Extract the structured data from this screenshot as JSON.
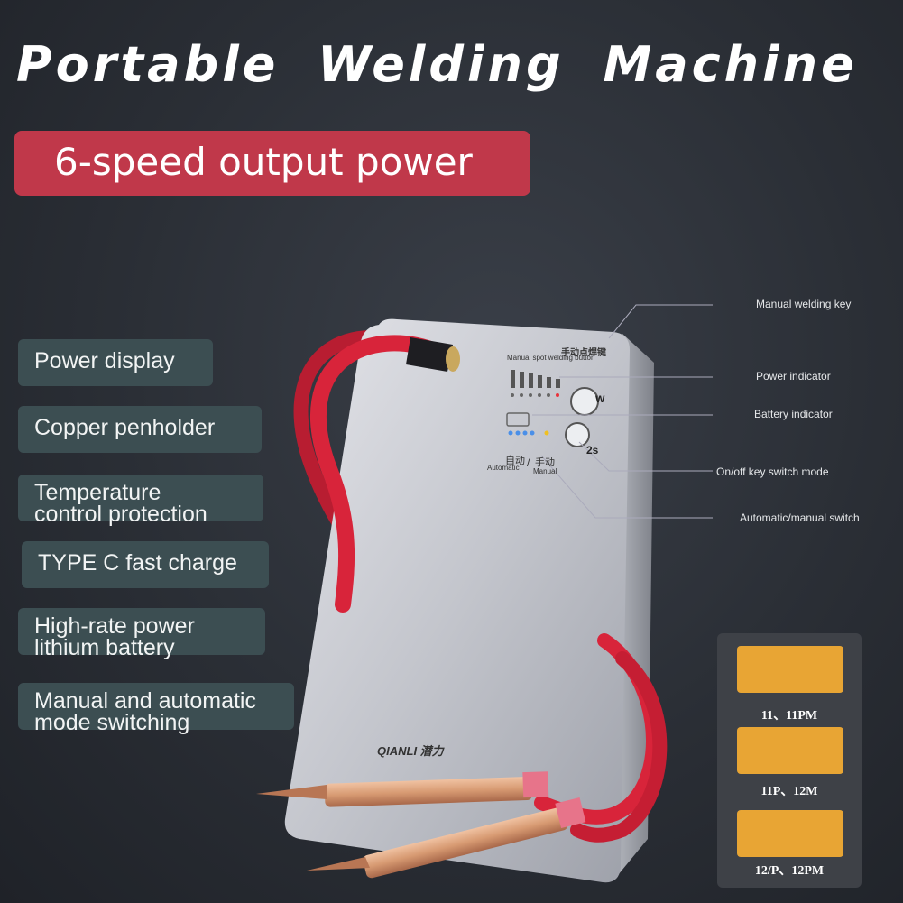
{
  "title": "Portable Welding Machine",
  "subtitle": "6-speed output power",
  "features": [
    {
      "line1": "Power display",
      "line2": ""
    },
    {
      "line1": "Copper penholder",
      "line2": ""
    },
    {
      "line1": "Temperature",
      "line2": "control protection"
    },
    {
      "line1": "TYPE C fast charge",
      "line2": ""
    },
    {
      "line1": "High-rate power",
      "line2": "lithium battery"
    },
    {
      "line1": "Manual and automatic",
      "line2": "mode switching"
    }
  ],
  "callouts": {
    "manual_key": "Manual welding key",
    "power_indicator": "Power indicator",
    "battery_indicator": "Battery indicator",
    "onoff": "On/off key switch mode",
    "auto_manual": "Automatic/manual switch"
  },
  "device": {
    "top_label_cn": "手动点焊键",
    "top_label_en": "Manual spot welding button",
    "w_button": "W",
    "power_button_sub": "2s",
    "auto_cn": "自动",
    "auto_en": "Automatic",
    "manual_cn": "手动",
    "manual_en": "Manual",
    "brand": "QIANLI 潜力",
    "slash": "/"
  },
  "thumbnails": [
    {
      "label": "11、11PM"
    },
    {
      "label": "11P、12M"
    },
    {
      "label": "12/P、12PM"
    }
  ],
  "colors": {
    "badge": "#c0384a",
    "feature_bg": "#3c4e52",
    "cable_red": "#d8243a",
    "copper": "#d79a72",
    "device_silver": "#c5c7cd",
    "thumb_orange": "#e8a534"
  }
}
